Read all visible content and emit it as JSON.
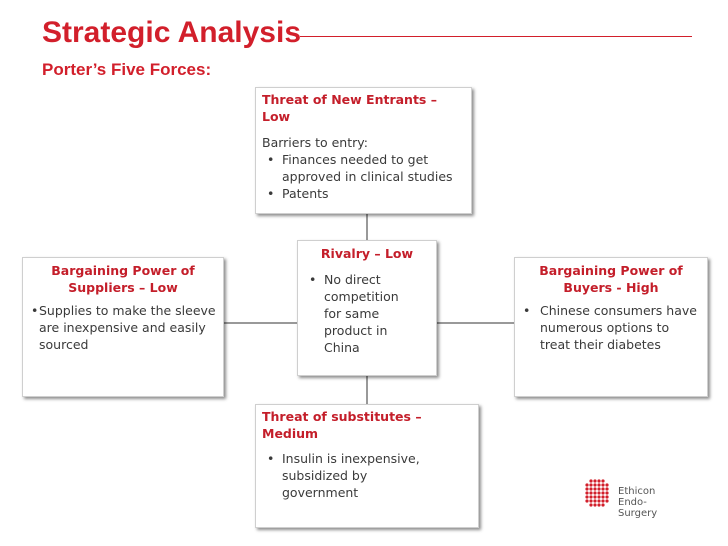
{
  "title": "Strategic Analysis",
  "subtitle": "Porter’s Five Forces:",
  "accent_color": "#d21f2b",
  "boxes": {
    "new_entrants": {
      "heading": "Threat of New Entrants – Low",
      "intro": "Barriers to entry:",
      "bullets": [
        "Finances needed to get approved in clinical studies",
        "Patents"
      ]
    },
    "rivalry": {
      "heading": "Rivalry – Low",
      "bullets": [
        "No direct competition for same product in China"
      ]
    },
    "suppliers": {
      "heading": "Bargaining Power of Suppliers – Low",
      "bullets": [
        "Supplies to make the sleeve are inexpensive and easily sourced"
      ]
    },
    "buyers": {
      "heading": "Bargaining Power of Buyers  - High",
      "bullets": [
        "Chinese consumers have numerous options to treat their diabetes"
      ]
    },
    "substitutes": {
      "heading": "Threat of substitutes – Medium",
      "bullets": [
        "Insulin is inexpensive, subsidized by government"
      ]
    }
  },
  "logo": {
    "line1": "Ethicon",
    "line2": "Endo-Surgery",
    "icon": "ethicon-dot-grid-logo"
  }
}
